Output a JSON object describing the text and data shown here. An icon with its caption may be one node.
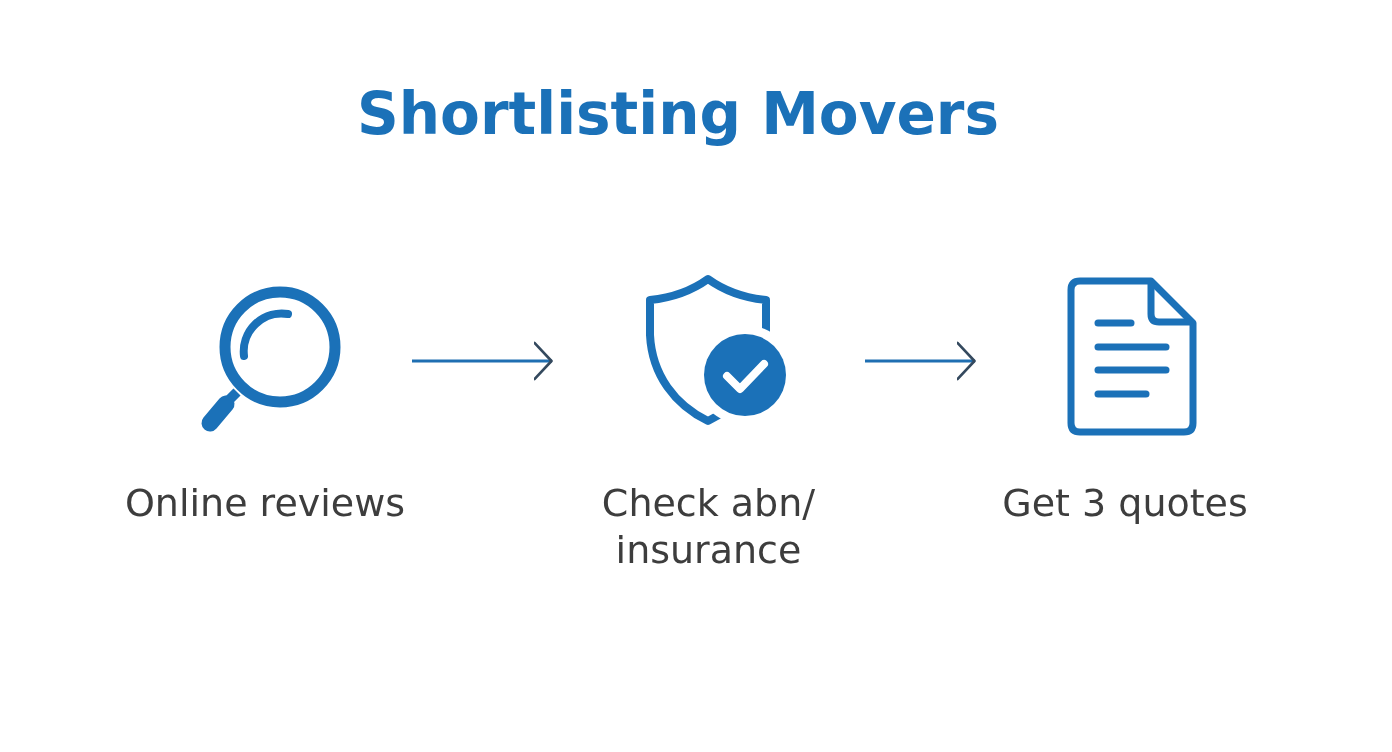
{
  "diagram": {
    "title": "Shortlisting Movers",
    "nodes": [
      {
        "text": [
          "Online reviews"
        ]
      },
      {
        "text": [
          "Check abn/ insurance"
        ]
      },
      {
        "text": [
          "Get 3 quotes"
        ]
      }
    ],
    "edges": [
      {
        "from": 0,
        "to": 1,
        "arrow": "to"
      },
      {
        "from": 1,
        "to": 2,
        "arrow": "to"
      }
    ]
  }
}
